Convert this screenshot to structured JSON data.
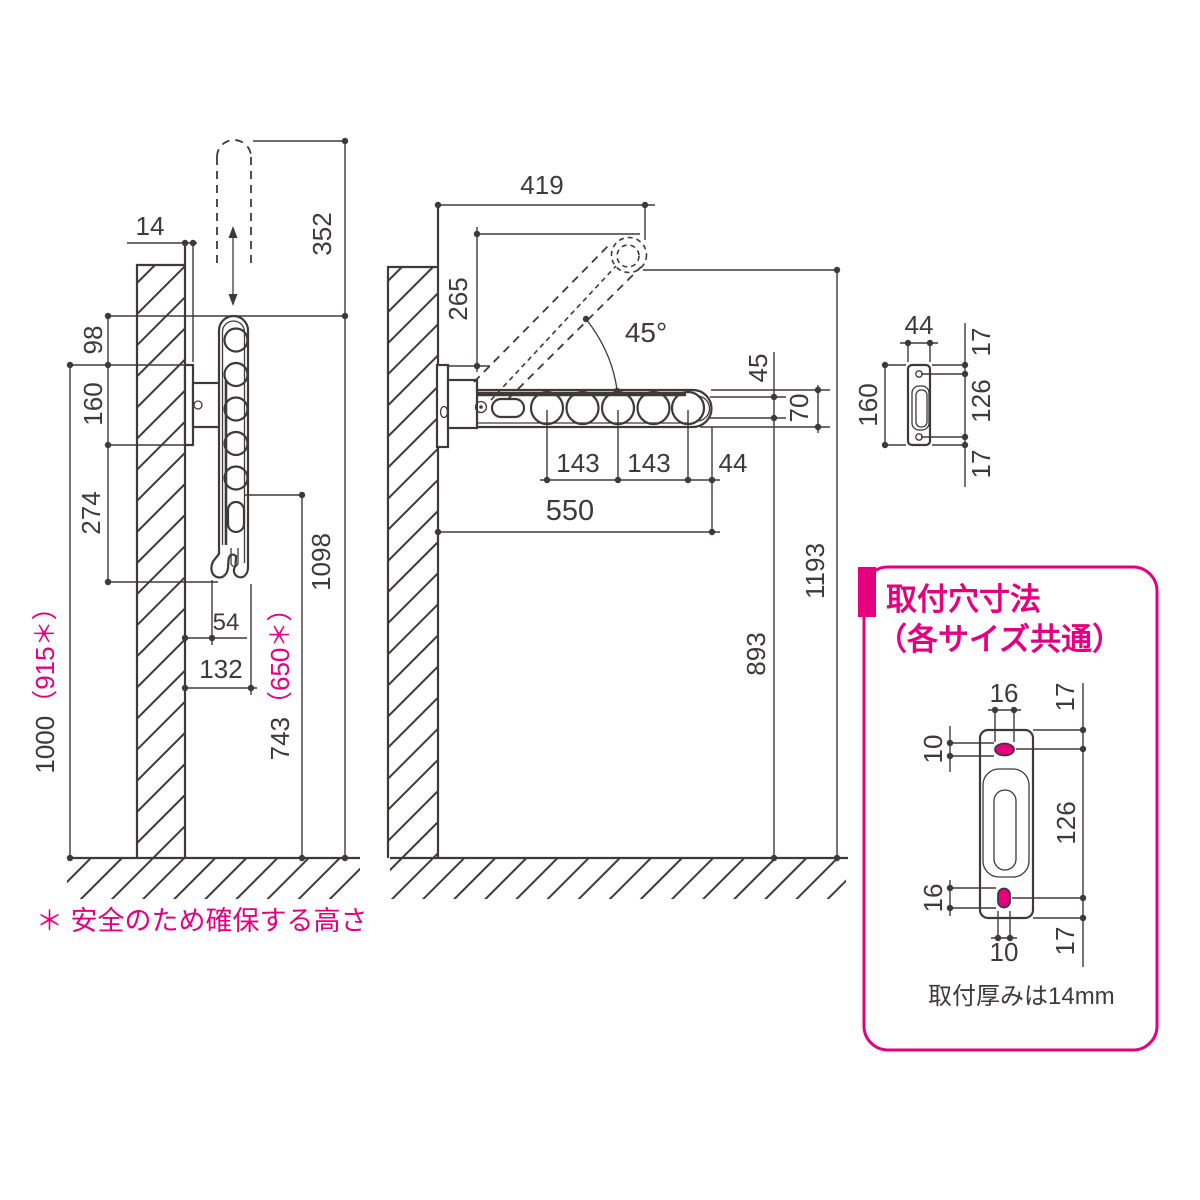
{
  "colors": {
    "line": "#3e3a39",
    "accent_pink": "#e4007f"
  },
  "side_view_folded": {
    "wall_thickness": "14",
    "pole_stroke": "352",
    "top_margin": "98",
    "plate_height": "160",
    "lower_span": "274",
    "overall_height": "1000",
    "overall_height_alt": "（915＊）",
    "hook_clearance": "54",
    "arm_depth": "132",
    "hook_height": "743",
    "hook_height_alt": "（650＊）",
    "arm_top_height": "1098"
  },
  "side_view_raised": {
    "reach": "419",
    "rise": "265",
    "angle": "45°",
    "web_height": "45",
    "arm_height": "70",
    "hole_pitch_a": "143",
    "hole_pitch_b": "143",
    "end_offset": "44",
    "arm_length": "550",
    "clearance_height": "893",
    "raised_height": "1193"
  },
  "front_view": {
    "width": "44",
    "height": "160",
    "top_margin": "17",
    "hole_span": "126",
    "bottom_margin": "17"
  },
  "hole_layout_panel": {
    "title_line1": "取付穴寸法",
    "title_line2": "（各サイズ共通）",
    "top_hole_width": "16",
    "top_margin": "17",
    "top_hole_height": "10",
    "hole_span": "126",
    "bottom_hole_height": "16",
    "bottom_hole_width": "10",
    "bottom_margin": "17",
    "note": "取付厚みは14mm"
  },
  "footnote": "＊ 安全のため確保する高さ"
}
